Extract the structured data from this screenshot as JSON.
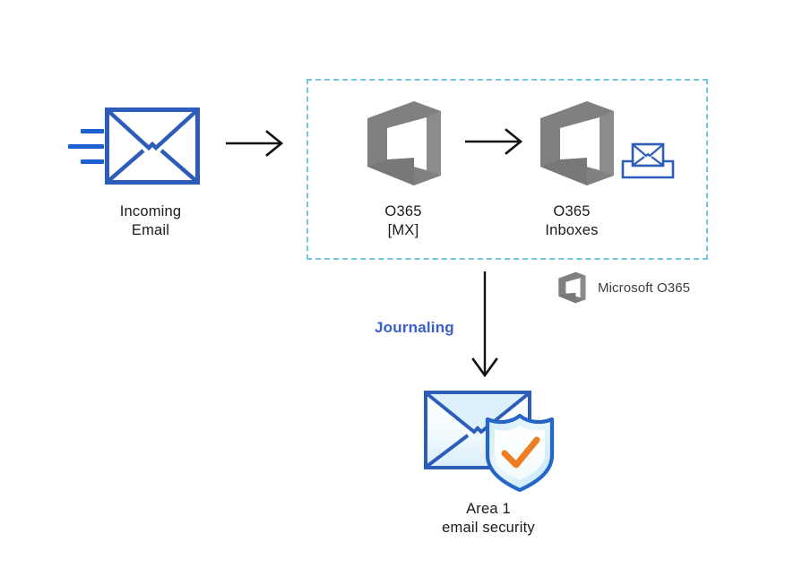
{
  "diagram": {
    "title": "Incoming email journaling flow to Area 1 email security",
    "colors": {
      "envelope_blue": "#2d5db8",
      "motion_line_blue": "#1b5fd0",
      "dashed_border_cyan": "#74c4dc",
      "office_logo_gray": "#808080",
      "arrow_black": "#111111",
      "journaling_blue": "#3a5fc8",
      "shield_outline_blue": "#2466c8",
      "shield_fill_light": "#dff1fb",
      "check_orange": "#ef7d22",
      "envelope_fill_light": "#e9f4fc",
      "label_text": "#1a1a1a"
    },
    "nodes": [
      {
        "id": "incoming-email",
        "icon": "envelope-icon",
        "label_line1": "Incoming",
        "label_line2": "Email"
      },
      {
        "id": "o365-mx",
        "icon": "office-365-logo-icon",
        "label_line1": "O365",
        "label_line2": "[MX]"
      },
      {
        "id": "o365-inboxes",
        "icon": "office-365-logo-icon",
        "label_line1": "O365",
        "label_line2": "Inboxes"
      },
      {
        "id": "area-1",
        "icon": "envelope-shield-icon",
        "label_line1": "Area 1",
        "label_line2": "email security"
      }
    ],
    "inbox_tray_icon": "inbox-tray-icon",
    "connectors": [
      {
        "id": "incoming-to-mx",
        "direction": "right",
        "label": ""
      },
      {
        "id": "mx-to-inboxes",
        "direction": "right",
        "label": ""
      },
      {
        "id": "inboxes-to-area1",
        "direction": "down",
        "label": "Journaling"
      }
    ],
    "journaling_label": "Journaling",
    "legend": {
      "icon": "office-365-logo-icon",
      "label": "Microsoft O365"
    }
  }
}
